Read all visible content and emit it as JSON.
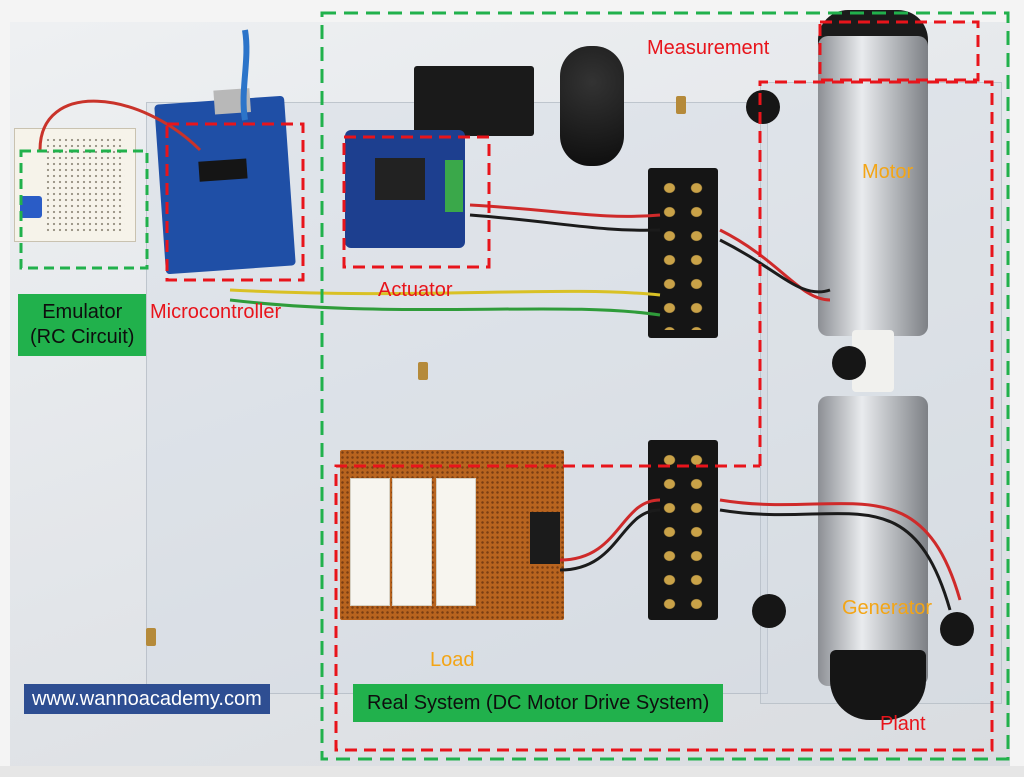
{
  "labels": {
    "measurement": "Measurement",
    "motor": "Motor",
    "actuator": "Actuator",
    "microcontroller": "Microcontroller",
    "emulator_line1": "Emulator",
    "emulator_line2": "(RC Circuit)",
    "generator": "Generator",
    "load": "Load",
    "plant": "Plant",
    "real_system": "Real System (DC Motor Drive System)",
    "website": "www.wannoacademy.com"
  },
  "colors": {
    "dash_red": "#e8141b",
    "dash_green": "#21b14c",
    "label_orange": "#f3a516",
    "label_green_bg": "#21b14c",
    "label_blue_bg": "#2e4e92"
  },
  "icons": [
    "arduino-uno-board",
    "motor-driver-board",
    "breadboard",
    "terminal-block",
    "resistor",
    "dc-motor",
    "dc-generator",
    "capacitor"
  ]
}
